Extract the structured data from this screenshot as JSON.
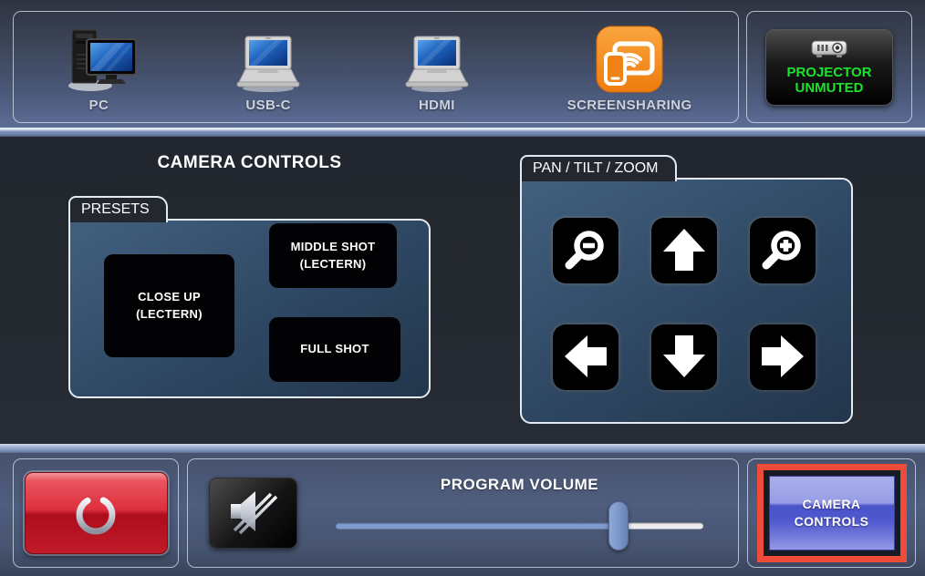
{
  "colors": {
    "highlight_red": "#ee4b39",
    "status_green": "#1ce32b",
    "screenshare_orange": "#ef7c0d",
    "power_red": "#c11a29",
    "active_blue_button": "#5058ce",
    "slider_fill_blue": "#7e9bce"
  },
  "top_bar": {
    "sources": [
      {
        "label": "PC",
        "icon": "desktop-pc-icon"
      },
      {
        "label": "USB-C",
        "icon": "laptop-icon"
      },
      {
        "label": "HDMI",
        "icon": "laptop-icon"
      },
      {
        "label": "SCREENSHARING",
        "icon": "screensharing-icon"
      }
    ],
    "projector_button": {
      "icon": "projector-icon",
      "line1": "PROJECTOR",
      "line2": "UNMUTED",
      "state_color": "#1ce32b"
    }
  },
  "camera_controls": {
    "title": "CAMERA CONTROLS",
    "presets": {
      "label": "PRESETS",
      "buttons": [
        {
          "line1": "CLOSE UP",
          "line2": "(LECTERN)"
        },
        {
          "line1": "MIDDLE SHOT",
          "line2": "(LECTERN)"
        },
        {
          "line1": "FULL SHOT",
          "line2": ""
        }
      ]
    },
    "ptz": {
      "label": "PAN / TILT / ZOOM",
      "buttons": [
        {
          "icon": "zoom-out-icon"
        },
        {
          "icon": "arrow-up-icon"
        },
        {
          "icon": "zoom-in-icon"
        },
        {
          "icon": "arrow-left-icon"
        },
        {
          "icon": "arrow-down-icon"
        },
        {
          "icon": "arrow-right-icon"
        }
      ]
    }
  },
  "bottom_bar": {
    "power_button": {
      "icon": "power-icon"
    },
    "volume": {
      "label": "PROGRAM VOLUME",
      "mute_icon": "speaker-muted-icon",
      "level_percent": 77
    },
    "camera_controls_button": {
      "line1": "CAMERA",
      "line2": "CONTROLS",
      "highlighted": true
    }
  }
}
